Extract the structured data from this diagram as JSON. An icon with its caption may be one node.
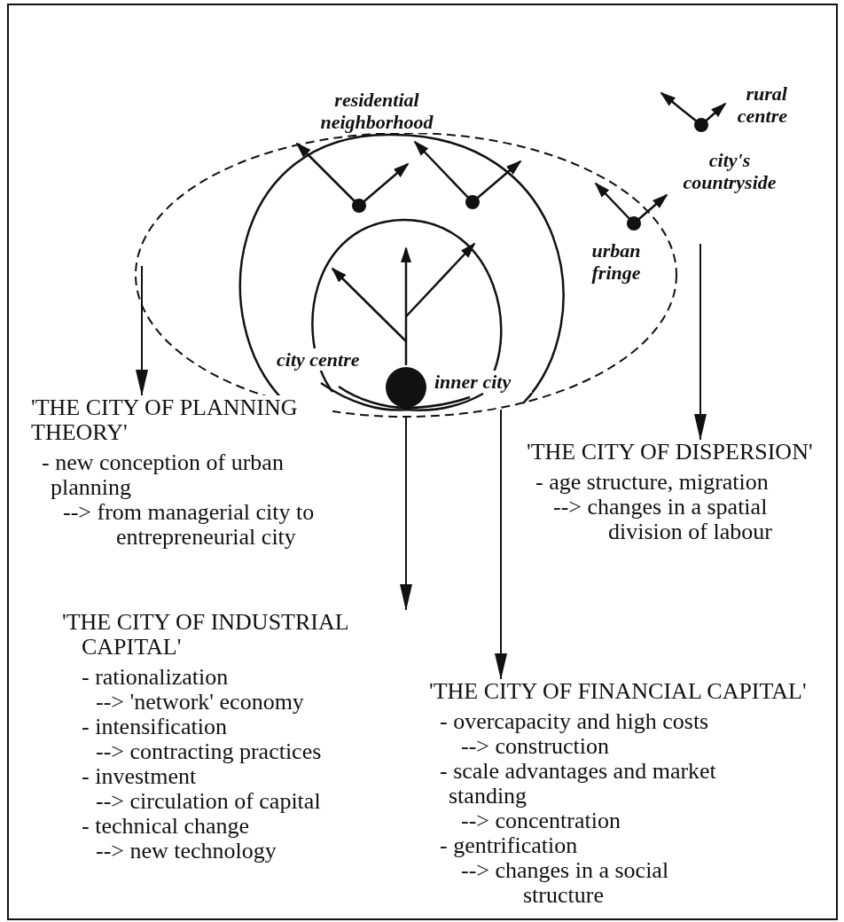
{
  "diagram": {
    "nodes": [
      {
        "text": [
          "'THE CITY OF PLANNING THEORY'",
          "- new conception of urban planning",
          "--> from managerial city to entrepreneurial city"
        ]
      },
      {
        "text": [
          "'THE CITY OF DISPERSION'",
          "- age structure, migration",
          "--> changes in a spatial division of labour"
        ]
      },
      {
        "text": [
          "'THE CITY OF INDUSTRIAL CAPITAL'",
          "- rationalization",
          "--> 'network' economy",
          "- intensification",
          "--> contracting practices",
          "- investment",
          "--> circulation of capital",
          "- technical change",
          "--> new technology"
        ]
      },
      {
        "text": [
          "'THE CITY OF FINANCIAL CAPITAL'",
          "- overcapacity and high costs",
          "--> construction",
          "- scale advantages and market standing",
          "--> concentration",
          "- gentrification",
          "--> changes in a social structure"
        ]
      }
    ],
    "edges": [
      {
        "from": null,
        "to": 0,
        "arrow": "to"
      },
      {
        "from": null,
        "to": 1,
        "arrow": "to"
      },
      {
        "from": null,
        "to": 2,
        "arrow": "to"
      },
      {
        "from": null,
        "to": 3,
        "arrow": "to"
      }
    ],
    "labels": [
      "rural centre",
      "residential neighborhood",
      "city's countryside",
      "urban fringe",
      "city centre",
      "inner city"
    ]
  }
}
